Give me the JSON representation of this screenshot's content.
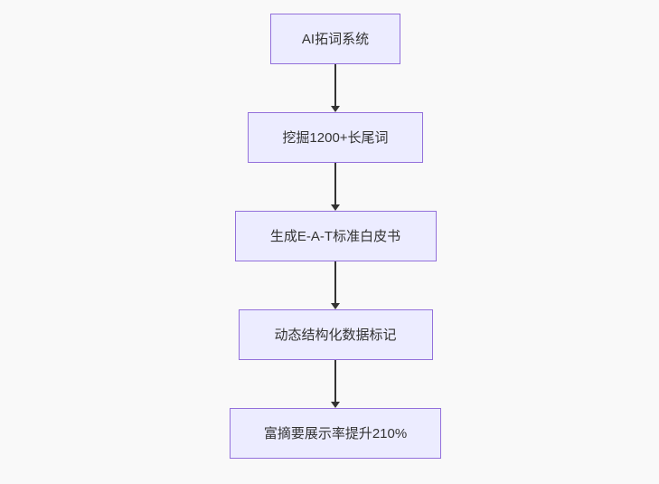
{
  "page": {
    "background_color": "#f9f9f9"
  },
  "flowchart": {
    "type": "flowchart",
    "direction": "top-down",
    "colors": {
      "node_fill": "#ECECFF",
      "node_border": "#9370DB",
      "text_color": "#333333",
      "arrow_color": "#333333"
    },
    "nodes": [
      {
        "label": "AI拓词系统"
      },
      {
        "label": "挖掘1200+长尾词"
      },
      {
        "label": "生成E-A-T标准白皮书"
      },
      {
        "label": "动态结构化数据标记"
      },
      {
        "label": "富摘要展示率提升210%"
      }
    ],
    "edges": [
      {
        "from": "AI拓词系统",
        "to": "挖掘1200+长尾词"
      },
      {
        "from": "挖掘1200+长尾词",
        "to": "生成E-A-T标准白皮书"
      },
      {
        "from": "生成E-A-T标准白皮书",
        "to": "动态结构化数据标记"
      },
      {
        "from": "动态结构化数据标记",
        "to": "富摘要展示率提升210%"
      }
    ]
  }
}
